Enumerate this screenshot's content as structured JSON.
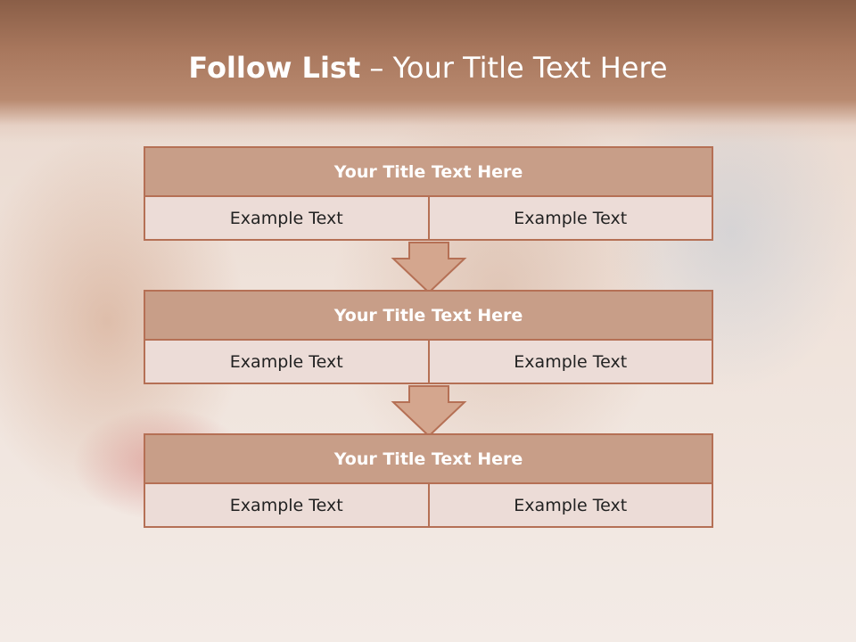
{
  "slide": {
    "title_bold": "Follow List",
    "title_rest": " – Your Title Text Here"
  },
  "blocks": [
    {
      "title": "Your Title Text Here",
      "left": "Example Text",
      "right": "Example Text"
    },
    {
      "title": "Your Title Text Here",
      "left": "Example Text",
      "right": "Example Text"
    },
    {
      "title": "Your Title Text Here",
      "left": "Example Text",
      "right": "Example Text"
    }
  ],
  "colors": {
    "header": "#a8775d",
    "block_title_fill": "#c89e88",
    "cell_fill": "#ecdcd7",
    "border": "#b57055"
  }
}
